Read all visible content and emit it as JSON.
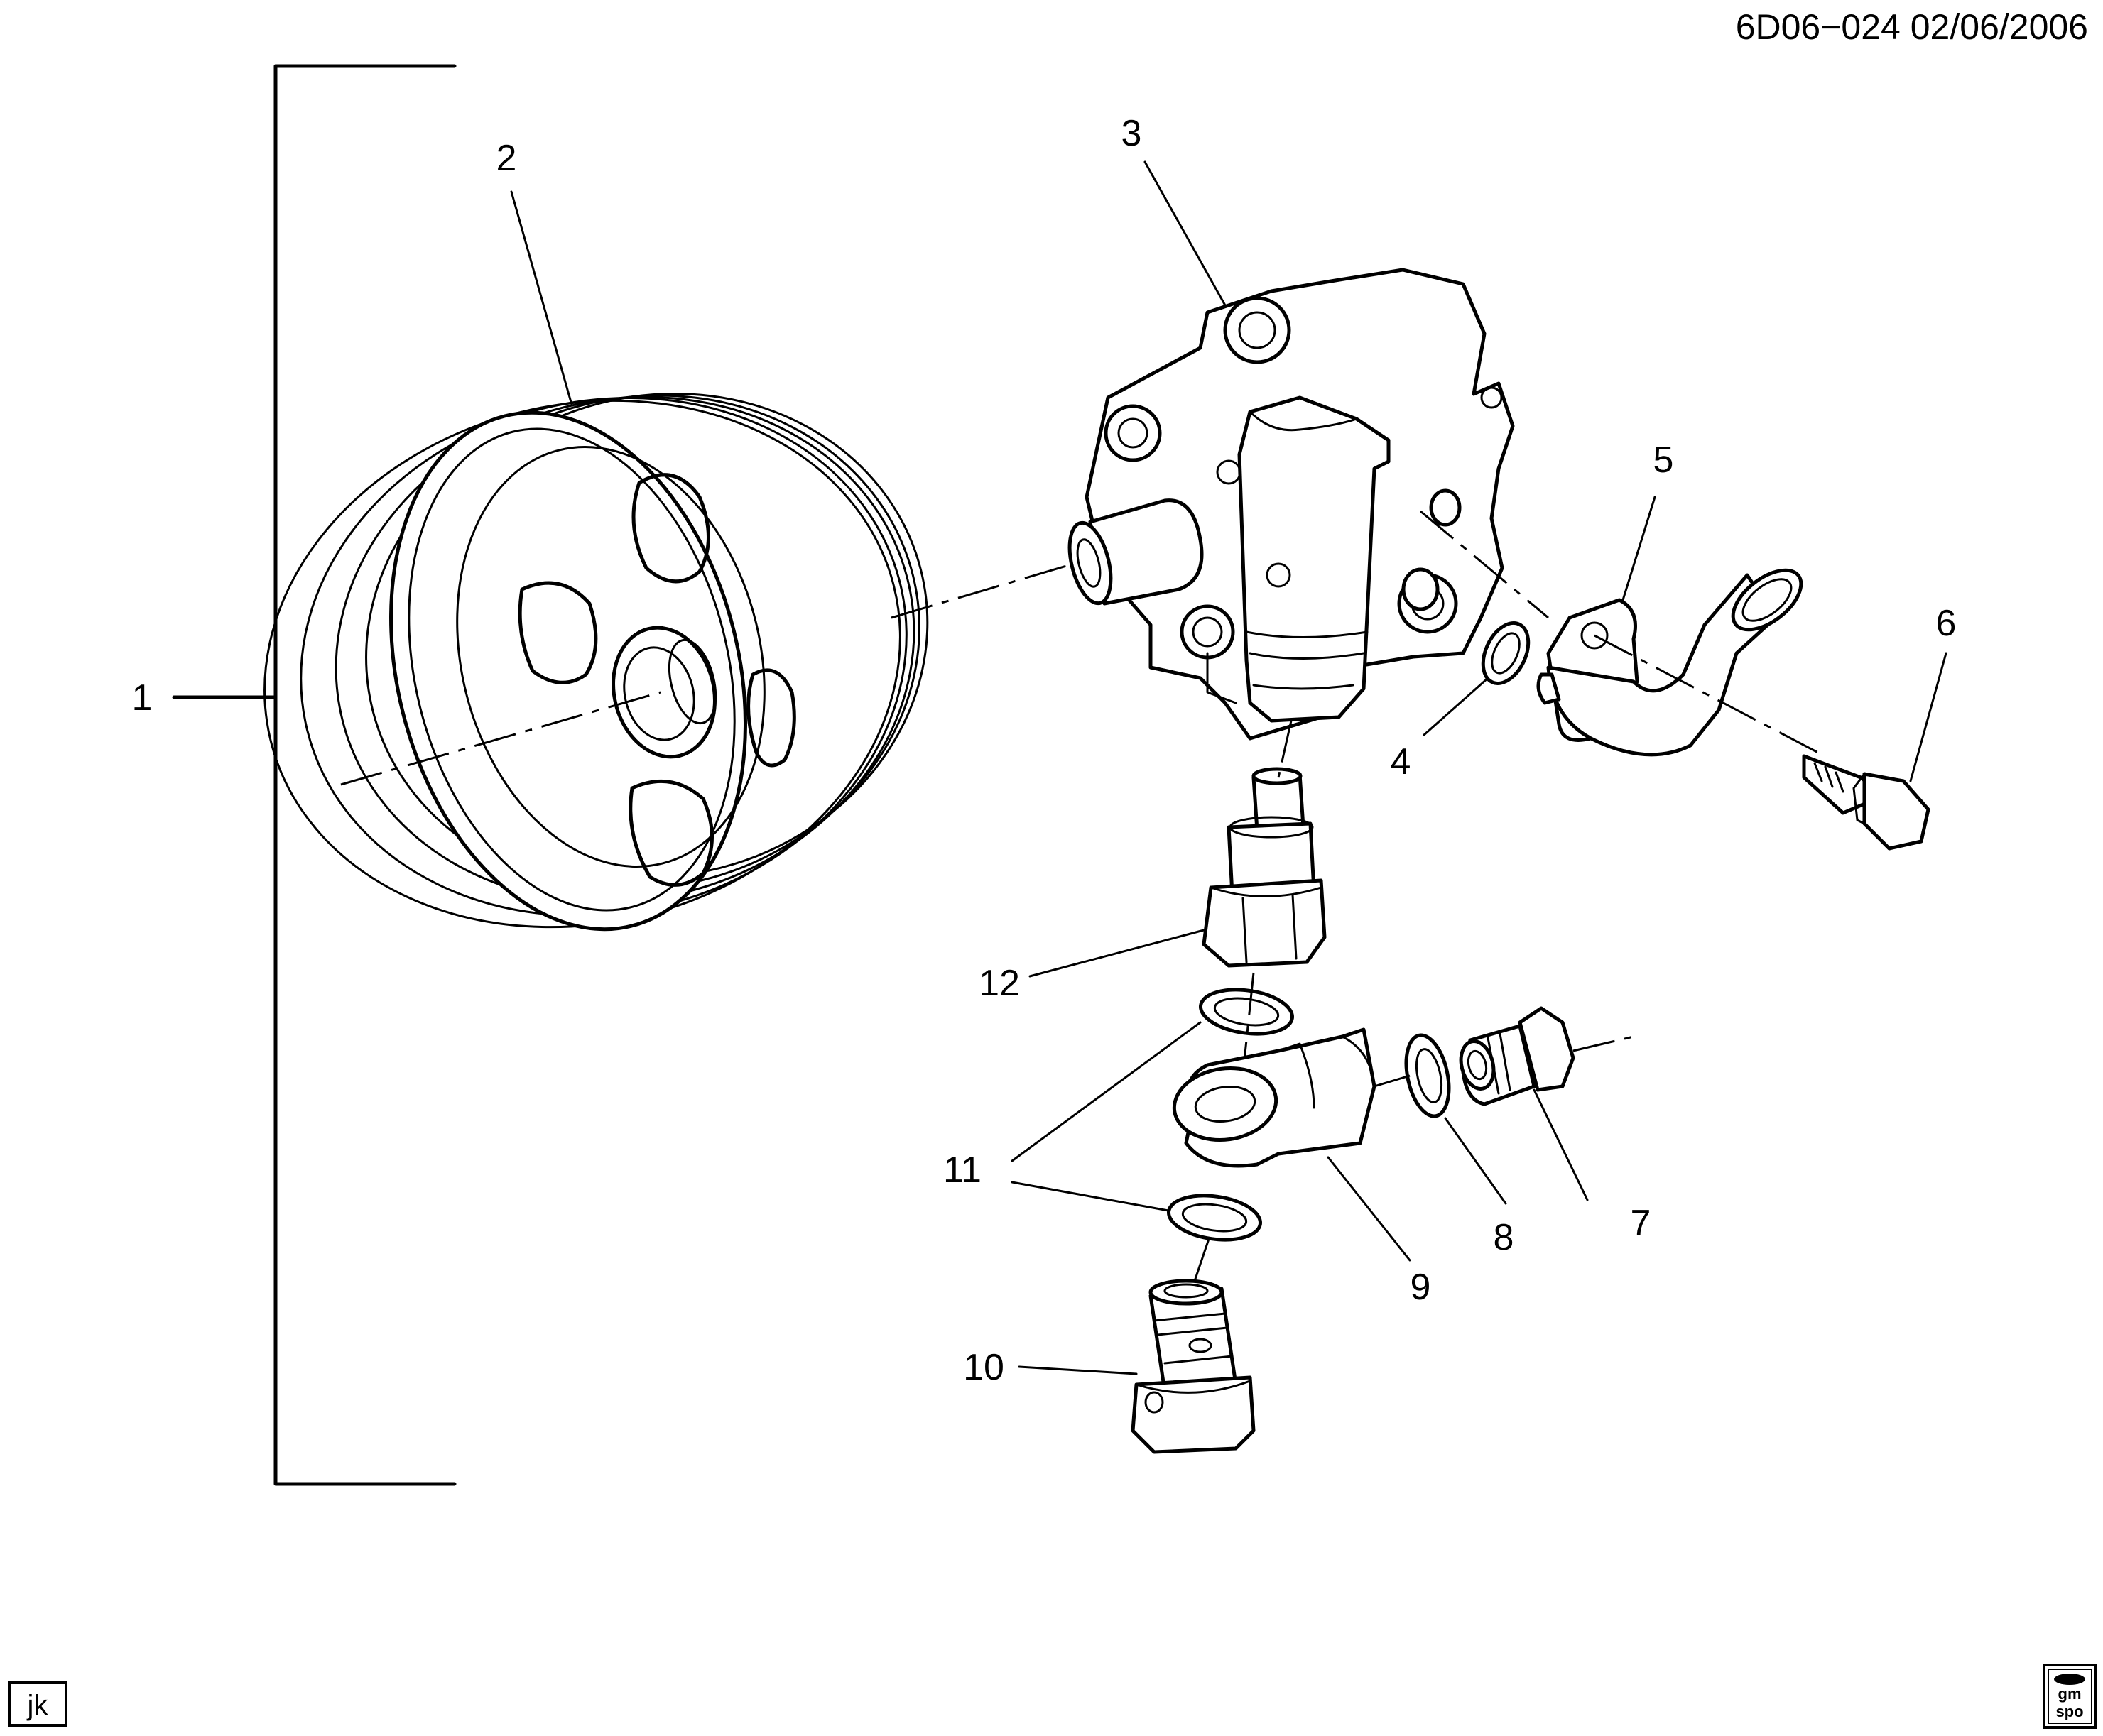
{
  "header": {
    "drawing_id": "6D06−024  02/06/2006"
  },
  "footer": {
    "initials": "jk",
    "logo_text_top": "gm",
    "logo_text_bottom": "spo"
  },
  "callouts": [
    "1",
    "2",
    "3",
    "4",
    "5",
    "6",
    "7",
    "8",
    "9",
    "10",
    "11",
    "12"
  ],
  "colors": {
    "ink": "#000000",
    "paper": "#ffffff"
  }
}
